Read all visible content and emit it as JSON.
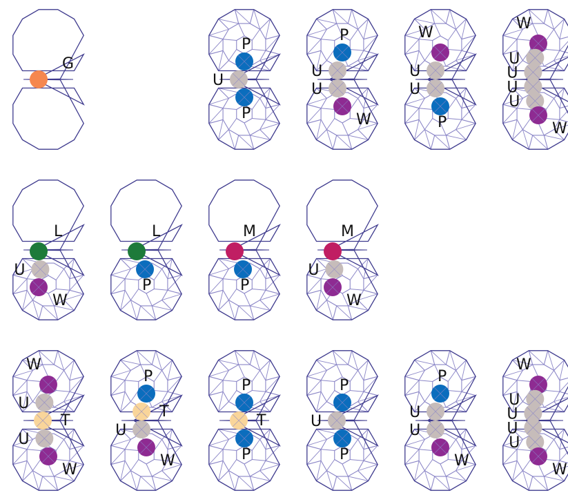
{
  "colors": {
    "outline": "#3f3b8e",
    "mesh": "#8b86c7",
    "background": "#ffffff",
    "label": "#111111",
    "G": "#f5874f",
    "P": "#0b6dbd",
    "U": "#c6bcba",
    "W": "#8e2b92",
    "L": "#1d7a3a",
    "M": "#c01e63",
    "T": "#f9d59a"
  },
  "diagrams": [
    {
      "id": "g",
      "top": "empty",
      "bottom": "empty",
      "beads": [
        {
          "type": "G",
          "label": "G"
        }
      ]
    },
    {
      "id": "pup",
      "top": "mesh",
      "bottom": "mesh",
      "beads": [
        {
          "type": "P",
          "label": "P"
        },
        {
          "type": "U",
          "label": "U"
        },
        {
          "type": "P",
          "label": "P"
        }
      ]
    },
    {
      "id": "puuw",
      "top": "mesh",
      "bottom": "mesh",
      "beads": [
        {
          "type": "P",
          "label": "P"
        },
        {
          "type": "U",
          "label": "U"
        },
        {
          "type": "U",
          "label": "U"
        },
        {
          "type": "W",
          "label": "W"
        }
      ]
    },
    {
      "id": "wuup",
      "top": "mesh",
      "bottom": "mesh",
      "beads": [
        {
          "type": "W",
          "label": "W"
        },
        {
          "type": "U",
          "label": "U"
        },
        {
          "type": "U",
          "label": "U"
        },
        {
          "type": "P",
          "label": "P"
        }
      ]
    },
    {
      "id": "wuuuuw",
      "top": "mesh",
      "bottom": "mesh",
      "beads": [
        {
          "type": "W",
          "label": "W"
        },
        {
          "type": "U",
          "label": "U"
        },
        {
          "type": "U",
          "label": "U"
        },
        {
          "type": "U",
          "label": "U"
        },
        {
          "type": "U",
          "label": "U"
        },
        {
          "type": "W",
          "label": "W"
        }
      ]
    },
    {
      "id": "luw",
      "top": "empty",
      "bottom": "mesh",
      "beads": [
        {
          "type": "L",
          "label": "L"
        },
        {
          "type": "U",
          "label": "U"
        },
        {
          "type": "W",
          "label": "W"
        }
      ]
    },
    {
      "id": "lp",
      "top": "empty",
      "bottom": "mesh",
      "beads": [
        {
          "type": "L",
          "label": "L"
        },
        {
          "type": "P",
          "label": "P"
        }
      ]
    },
    {
      "id": "mp",
      "top": "empty",
      "bottom": "mesh",
      "beads": [
        {
          "type": "M",
          "label": "M"
        },
        {
          "type": "P",
          "label": "P"
        }
      ]
    },
    {
      "id": "muw",
      "top": "empty",
      "bottom": "mesh",
      "beads": [
        {
          "type": "M",
          "label": "M"
        },
        {
          "type": "U",
          "label": "U"
        },
        {
          "type": "W",
          "label": "W"
        }
      ]
    },
    {
      "id": "wutuw",
      "top": "mesh",
      "bottom": "mesh",
      "beads": [
        {
          "type": "W",
          "label": "W"
        },
        {
          "type": "U",
          "label": "U"
        },
        {
          "type": "T",
          "label": "T"
        },
        {
          "type": "U",
          "label": "U"
        },
        {
          "type": "W",
          "label": "W"
        }
      ]
    },
    {
      "id": "ptuw",
      "top": "mesh",
      "bottom": "mesh",
      "beads": [
        {
          "type": "P",
          "label": "P"
        },
        {
          "type": "T",
          "label": "T"
        },
        {
          "type": "U",
          "label": "U"
        },
        {
          "type": "W",
          "label": "W"
        }
      ]
    },
    {
      "id": "ptp",
      "top": "mesh",
      "bottom": "mesh",
      "beads": [
        {
          "type": "P",
          "label": "P"
        },
        {
          "type": "T",
          "label": "T"
        },
        {
          "type": "P",
          "label": "P"
        }
      ]
    },
    {
      "id": "pup2",
      "top": "mesh",
      "bottom": "mesh",
      "beads": [
        {
          "type": "P",
          "label": "P"
        },
        {
          "type": "U",
          "label": "U"
        },
        {
          "type": "P",
          "label": "P"
        }
      ]
    },
    {
      "id": "puuw2",
      "top": "mesh",
      "bottom": "mesh",
      "beads": [
        {
          "type": "P",
          "label": "P"
        },
        {
          "type": "U",
          "label": "U"
        },
        {
          "type": "U",
          "label": "U"
        },
        {
          "type": "W",
          "label": "W"
        }
      ]
    },
    {
      "id": "wuuuuw2",
      "top": "mesh",
      "bottom": "mesh",
      "beads": [
        {
          "type": "W",
          "label": "W"
        },
        {
          "type": "U",
          "label": "U"
        },
        {
          "type": "U",
          "label": "U"
        },
        {
          "type": "U",
          "label": "U"
        },
        {
          "type": "U",
          "label": "U"
        },
        {
          "type": "W",
          "label": "W"
        }
      ]
    }
  ]
}
